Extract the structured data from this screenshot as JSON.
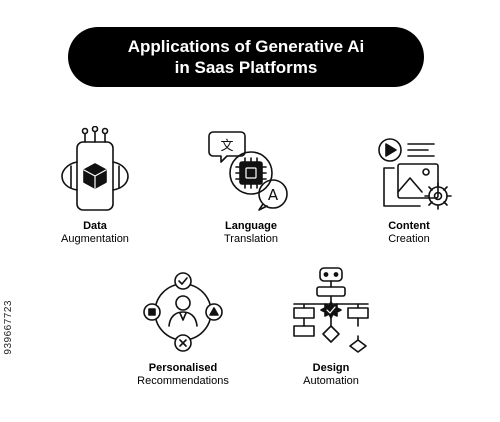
{
  "banner": {
    "line1": "Applications of Generative Ai",
    "line2": "in Saas Platforms"
  },
  "items": [
    {
      "bold": "Data",
      "regular": "Augmentation",
      "icon": "phone-cube-icon"
    },
    {
      "bold": "Language",
      "regular": "Translation",
      "icon": "chip-translate-icon"
    },
    {
      "bold": "Content",
      "regular": "Creation",
      "icon": "media-gear-icon"
    },
    {
      "bold": "Personalised",
      "regular": "Recommendations",
      "icon": "user-options-icon"
    },
    {
      "bold": "Design",
      "regular": "Automation",
      "icon": "robot-flowchart-icon"
    }
  ],
  "icon_text": {
    "translate_source": "文",
    "translate_target": "A"
  },
  "stock_id": "939667723",
  "colors": {
    "banner_bg": "#000000",
    "banner_text": "#ffffff",
    "stroke": "#111111"
  }
}
